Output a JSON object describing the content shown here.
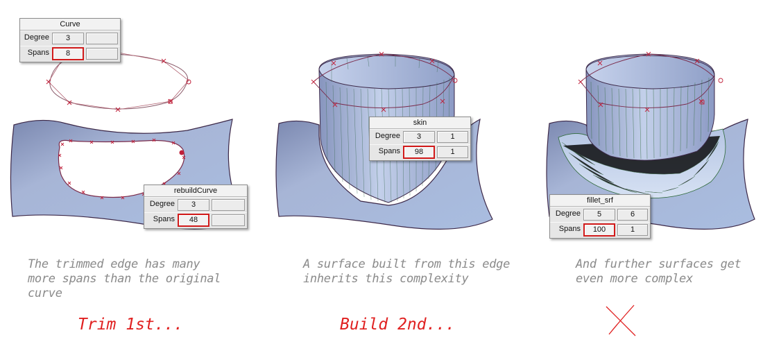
{
  "panels": [
    {
      "dialogs": [
        {
          "title": "Curve",
          "degree_label": "Degree",
          "spans_label": "Spans",
          "degree": [
            "3",
            ""
          ],
          "spans": [
            "8",
            ""
          ]
        },
        {
          "title": "rebuildCurve",
          "degree_label": "Degree",
          "spans_label": "Spans",
          "degree": [
            "3",
            ""
          ],
          "spans": [
            "48",
            ""
          ]
        }
      ],
      "caption": [
        "The trimmed edge has many",
        "more spans than the original curve"
      ],
      "step_label": "Trim 1st..."
    },
    {
      "dialogs": [
        {
          "title": "skin",
          "degree_label": "Degree",
          "spans_label": "Spans",
          "degree": [
            "3",
            "1"
          ],
          "spans": [
            "98",
            "1"
          ]
        }
      ],
      "caption": [
        "A surface built from this edge",
        "inherits this complexity"
      ],
      "step_label": "Build 2nd..."
    },
    {
      "dialogs": [
        {
          "title": "fillet_srf",
          "degree_label": "Degree",
          "spans_label": "Spans",
          "degree": [
            "5",
            "6"
          ],
          "spans": [
            "100",
            "1"
          ]
        }
      ],
      "caption": [
        "And further surfaces get",
        "even more complex"
      ],
      "step_mark": "red-x-icon"
    }
  ],
  "colors": {
    "surface": "#a3b2d4",
    "surface_dark": "#6e7ba3",
    "edge": "#3c2848",
    "curve": "#7a2a4a",
    "cv_marker": "#c0203a",
    "iso_green": "#2f6a3a",
    "highlight": "#d11a1a",
    "caption": "#8a8a8a",
    "step": "#e02020"
  }
}
